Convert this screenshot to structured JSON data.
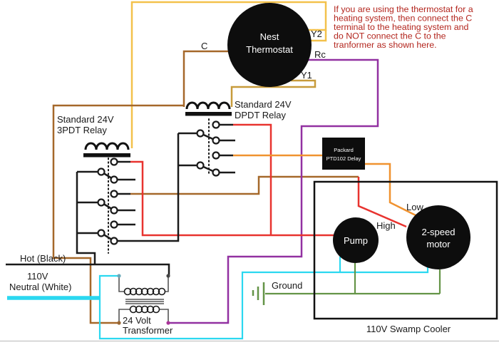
{
  "colors": {
    "yellow": "#f3c14b",
    "gold": "#c79b3b",
    "brown": "#a5682a",
    "red": "#e8332f",
    "orange": "#f0922f",
    "purple": "#9231a1",
    "cyan": "#2bd8f0",
    "green": "#649447",
    "black": "#1a1a1a",
    "warning_red": "#b3261e",
    "ground_text": "#3f5a33"
  },
  "thermostat": {
    "line1": "Nest",
    "line2": "Thermostat",
    "terminals": {
      "y2": "Y2",
      "c": "C",
      "rc": "Rc",
      "y1": "Y1"
    }
  },
  "warning": {
    "lines": [
      "If you are using the thermostat for a",
      "heating system, then connect the C",
      "terminal to the heating system and",
      "do NOT connect the C to the",
      "tranformer as shown here."
    ]
  },
  "relay_3pdt": {
    "line1": "Standard 24V",
    "line2": "3PDT Relay"
  },
  "relay_dpdt": {
    "line1": "Standard 24V",
    "line2": "DPDT Relay"
  },
  "delay_box": {
    "line1": "Packard",
    "line2": "PTD102 Delay"
  },
  "cooler": {
    "label": "110V Swamp Cooler",
    "pump": "Pump",
    "motor_line1": "2-speed",
    "motor_line2": "motor",
    "low": "Low",
    "high": "High"
  },
  "power": {
    "hot": "Hot (Black)",
    "volts": "110V",
    "neutral": "Neutral (White)",
    "ground": "Ground"
  },
  "transformer": {
    "line1": "24 Volt",
    "line2": "Transformer"
  }
}
